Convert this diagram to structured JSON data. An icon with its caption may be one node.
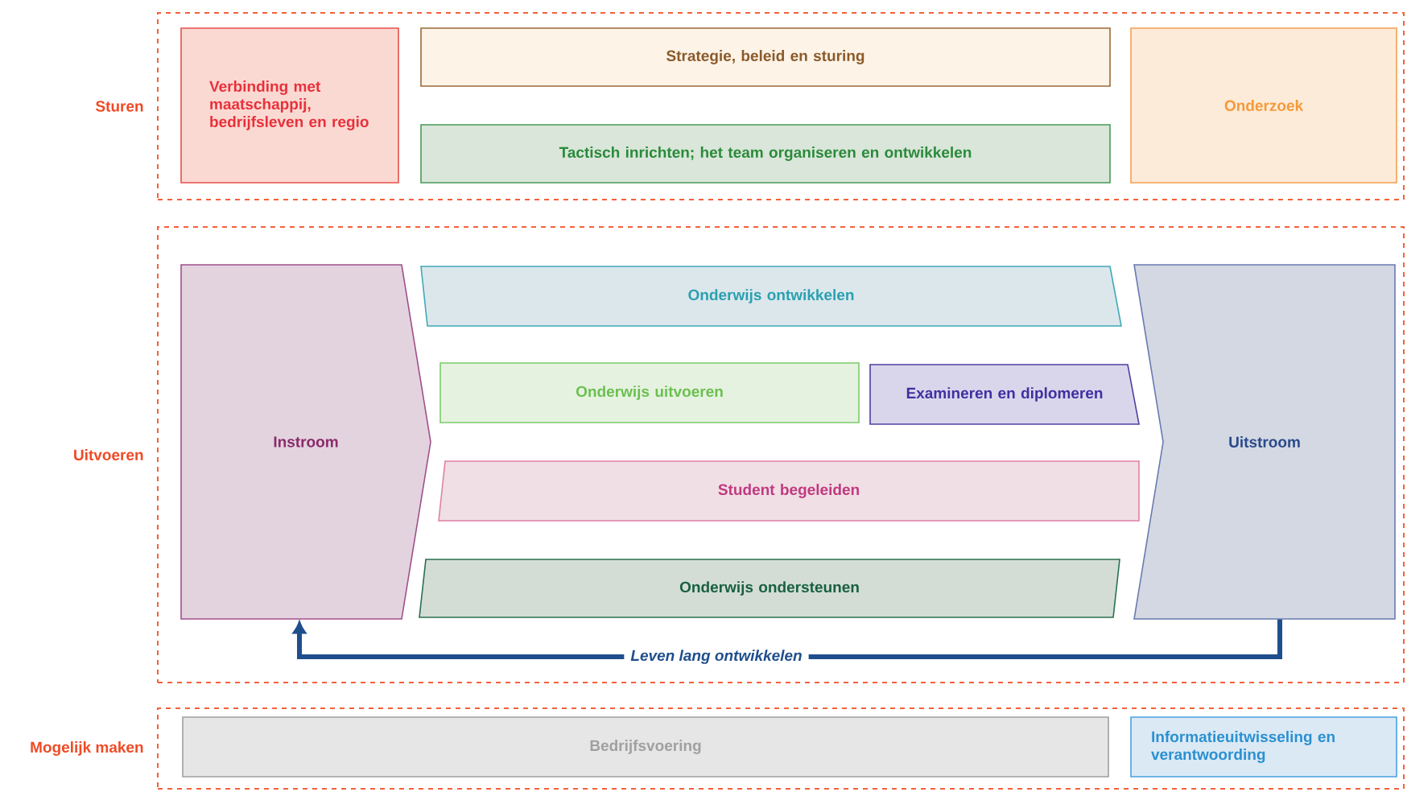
{
  "diagram": {
    "nodes": [
      {
        "text": [
          "Sturen"
        ]
      },
      {
        "text": [
          "Verbinding met maatschappij, bedrijfsleven en regio"
        ],
        "in": 0
      },
      {
        "text": [
          "Strategie, beleid en sturing"
        ],
        "in": 0
      },
      {
        "text": [
          "Tactisch inrichten; het team organiseren en ontwikkelen"
        ],
        "in": 0
      },
      {
        "text": [
          "Onderzoek"
        ],
        "in": 0
      },
      {
        "text": [
          "Uitvoeren"
        ]
      },
      {
        "text": [
          "Instroom"
        ],
        "in": 5
      },
      {
        "text": [
          "Onderwijs ontwikkelen"
        ],
        "in": 5
      },
      {
        "text": [
          "Onderwijs uitvoeren"
        ],
        "in": 5
      },
      {
        "text": [
          "Examineren en diplomeren"
        ],
        "in": 5
      },
      {
        "text": [
          "Student begeleiden"
        ],
        "in": 5
      },
      {
        "text": [
          "Onderwijs ondersteunen"
        ],
        "in": 5
      },
      {
        "text": [
          "Uitstroom"
        ],
        "in": 5
      },
      {
        "text": [
          "Mogelijk maken"
        ]
      },
      {
        "text": [
          "Bedrijfsvoering"
        ],
        "in": 13
      },
      {
        "text": [
          "Informatieuitwisseling en verantwoording"
        ],
        "in": 13
      }
    ],
    "edges": [
      {
        "from": 12,
        "to": 6,
        "arrow": "to",
        "label": "Leven lang ontwikkelen"
      }
    ]
  }
}
